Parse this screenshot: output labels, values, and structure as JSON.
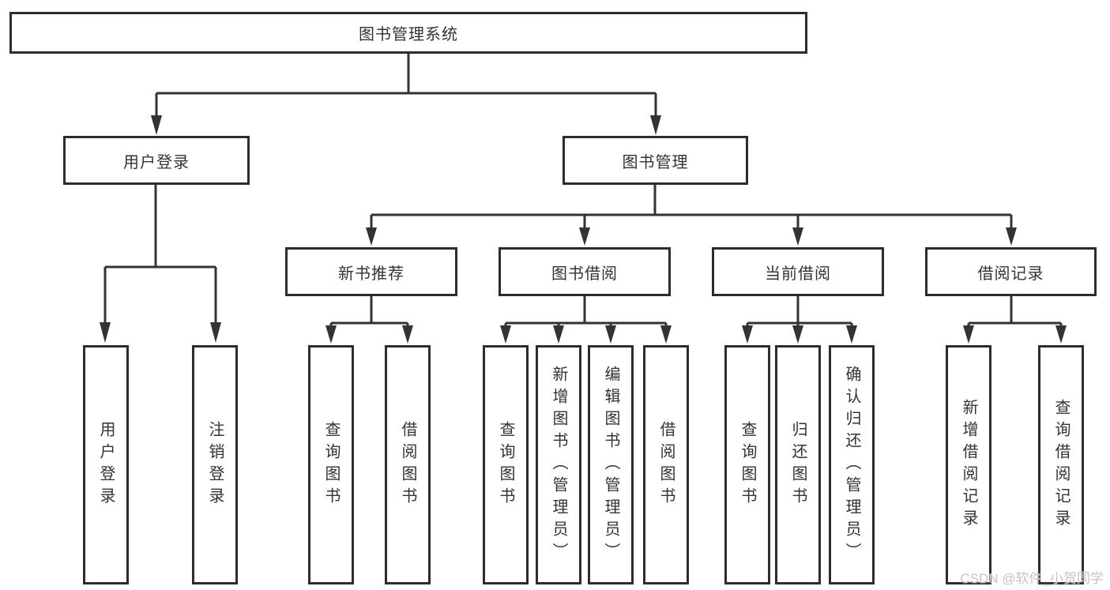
{
  "diagram": {
    "type": "hierarchy-tree",
    "nodes": {
      "root": "图书管理系统",
      "level2": [
        "用户登录",
        "图书管理"
      ],
      "level3": [
        "新书推荐",
        "图书借阅",
        "当前借阅",
        "借阅记录"
      ],
      "login_children": [
        "用户登录",
        "注销登录"
      ],
      "newbook_children": [
        "查询图书",
        "借阅图书"
      ],
      "borrow_children": [
        "查询图书",
        "新增图书（管理员）",
        "编辑图书（管理员）",
        "借阅图书"
      ],
      "current_children": [
        "查询图书",
        "归还图书",
        "确认归还（管理员）"
      ],
      "records_children": [
        "新增借阅记录",
        "查询借阅记录"
      ]
    },
    "edges": [
      "图书管理系统→用户登录",
      "图书管理系统→图书管理",
      "用户登录→用户登录",
      "用户登录→注销登录",
      "图书管理→新书推荐",
      "图书管理→图书借阅",
      "图书管理→当前借阅",
      "图书管理→借阅记录",
      "新书推荐→查询图书",
      "新书推荐→借阅图书",
      "图书借阅→查询图书",
      "图书借阅→新增图书（管理员）",
      "图书借阅→编辑图书（管理员）",
      "图书借阅→借阅图书",
      "当前借阅→查询图书",
      "当前借阅→归还图书",
      "当前借阅→确认归还（管理员）",
      "借阅记录→新增借阅记录",
      "借阅记录→查询借阅记录"
    ],
    "colors": {
      "background": "#ffffff",
      "box_border": "#2d2d2d",
      "line": "#333333",
      "text": "#333333",
      "watermark": "#c4c4c4"
    }
  },
  "watermark": "CSDN @软件_小贺同学"
}
